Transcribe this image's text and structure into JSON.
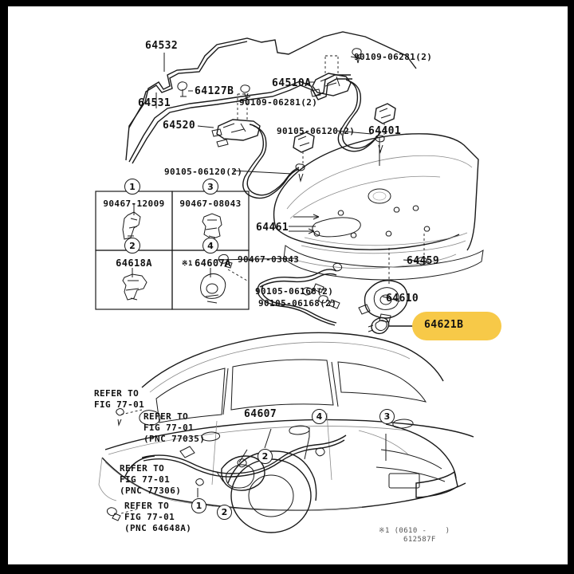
{
  "diagram": {
    "title": "Toyota Luggage Compartment Door Lock / Hinge Parts Diagram",
    "highlight_color": "#F7C948",
    "footer_note": "※1 (0610 -    )",
    "drawing_code": "612587F"
  },
  "top_assembly": {
    "labels": [
      {
        "id": "t-64532",
        "text": "64532"
      },
      {
        "id": "t-64531",
        "text": "64531"
      },
      {
        "id": "t-64127B",
        "text": "64127B"
      },
      {
        "id": "t-64520",
        "text": "64520"
      },
      {
        "id": "t-90109a",
        "text": "90109-06281(2)"
      },
      {
        "id": "t-90109b",
        "text": "90109-06281(2)"
      },
      {
        "id": "t-90105a",
        "text": "90105-06120(2)"
      },
      {
        "id": "t-90105b",
        "text": "90105-06120(2)"
      },
      {
        "id": "t-64510A",
        "text": "64510A"
      },
      {
        "id": "t-64401",
        "text": "64401"
      },
      {
        "id": "t-64461",
        "text": "64461"
      },
      {
        "id": "t-64459",
        "text": "64459"
      },
      {
        "id": "t-90467",
        "text": "90467-03043"
      },
      {
        "id": "t-90105c",
        "text": "90105-06168(2)"
      },
      {
        "id": "t-90105d",
        "text": "90105-06168(2)"
      },
      {
        "id": "t-64610",
        "text": "64610"
      },
      {
        "id": "t-64621B",
        "text": "64621B",
        "highlighted": true
      }
    ]
  },
  "legend": {
    "cells": [
      {
        "marker": "1",
        "part": "90467-12009",
        "prefix": ""
      },
      {
        "marker": "3",
        "part": "90467-08043",
        "prefix": ""
      },
      {
        "marker": "2",
        "part": "64618A",
        "prefix": ""
      },
      {
        "marker": "4",
        "part": "64607A",
        "prefix": "※1"
      }
    ]
  },
  "vehicle_view": {
    "labels": [
      {
        "id": "v-ref1",
        "lines": [
          "REFER TO",
          "FIG 77-01"
        ]
      },
      {
        "id": "v-ref2",
        "lines": [
          "REFER TO",
          "FIG 77-01",
          "(PNC 77035)"
        ]
      },
      {
        "id": "v-ref3",
        "lines": [
          "REFER TO",
          "FIG 77-01",
          "(PNC 77306)"
        ]
      },
      {
        "id": "v-ref4",
        "lines": [
          "REFER TO",
          "FIG 77-01",
          "(PNC 64648A)"
        ]
      },
      {
        "id": "v-64607",
        "lines": [
          "64607"
        ]
      }
    ],
    "callouts": [
      {
        "id": "c1",
        "marker": "1"
      },
      {
        "id": "c2a",
        "marker": "2"
      },
      {
        "id": "c2b",
        "marker": "2"
      },
      {
        "id": "c3",
        "marker": "3"
      },
      {
        "id": "c4",
        "marker": "4"
      }
    ]
  }
}
